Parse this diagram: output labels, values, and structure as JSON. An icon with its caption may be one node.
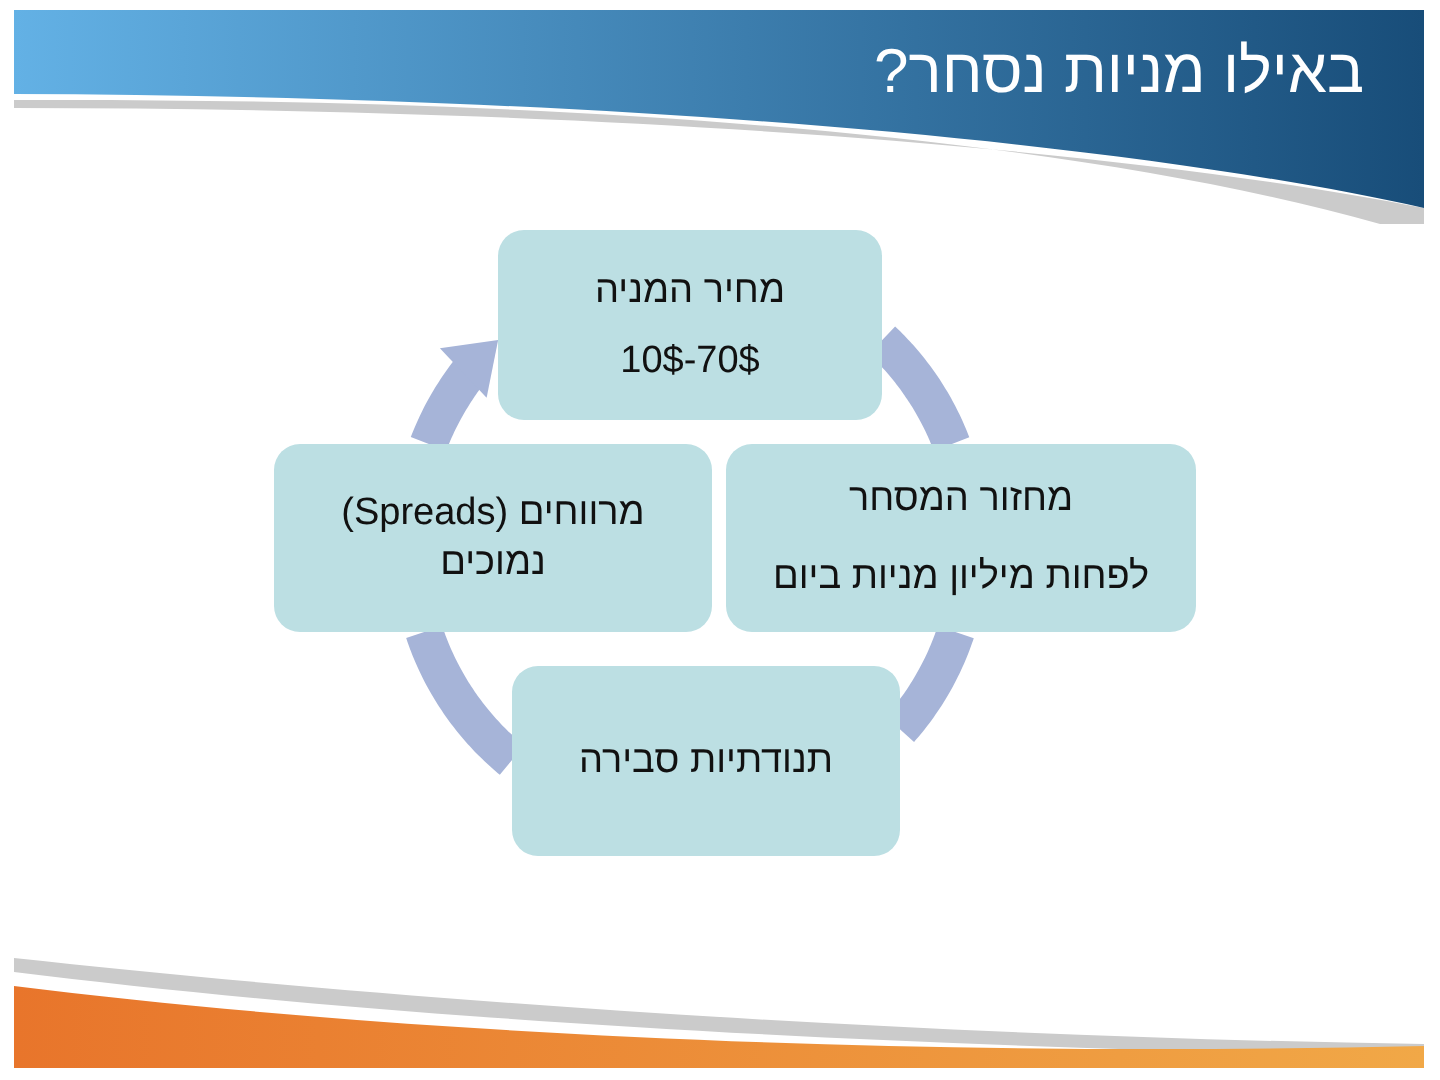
{
  "diagram": {
    "title": "באילו מניות נסחר?",
    "nodes": [
      {
        "text": [
          "מחיר המניה",
          "10$-70$"
        ]
      },
      {
        "text": [
          "מחזור המסחר",
          "לפחות מיליון מניות ביום"
        ]
      },
      {
        "text": [
          "מרווחים (Spreads) נמוכים"
        ]
      },
      {
        "text": [
          "תנודתיות סבירה"
        ]
      }
    ],
    "edges": [
      {
        "from": 0,
        "to": 1,
        "arrow": "none"
      },
      {
        "from": 1,
        "to": 3,
        "arrow": "none"
      },
      {
        "from": 3,
        "to": 2,
        "arrow": "none"
      },
      {
        "from": 2,
        "to": 0,
        "arrow": "to"
      }
    ]
  }
}
